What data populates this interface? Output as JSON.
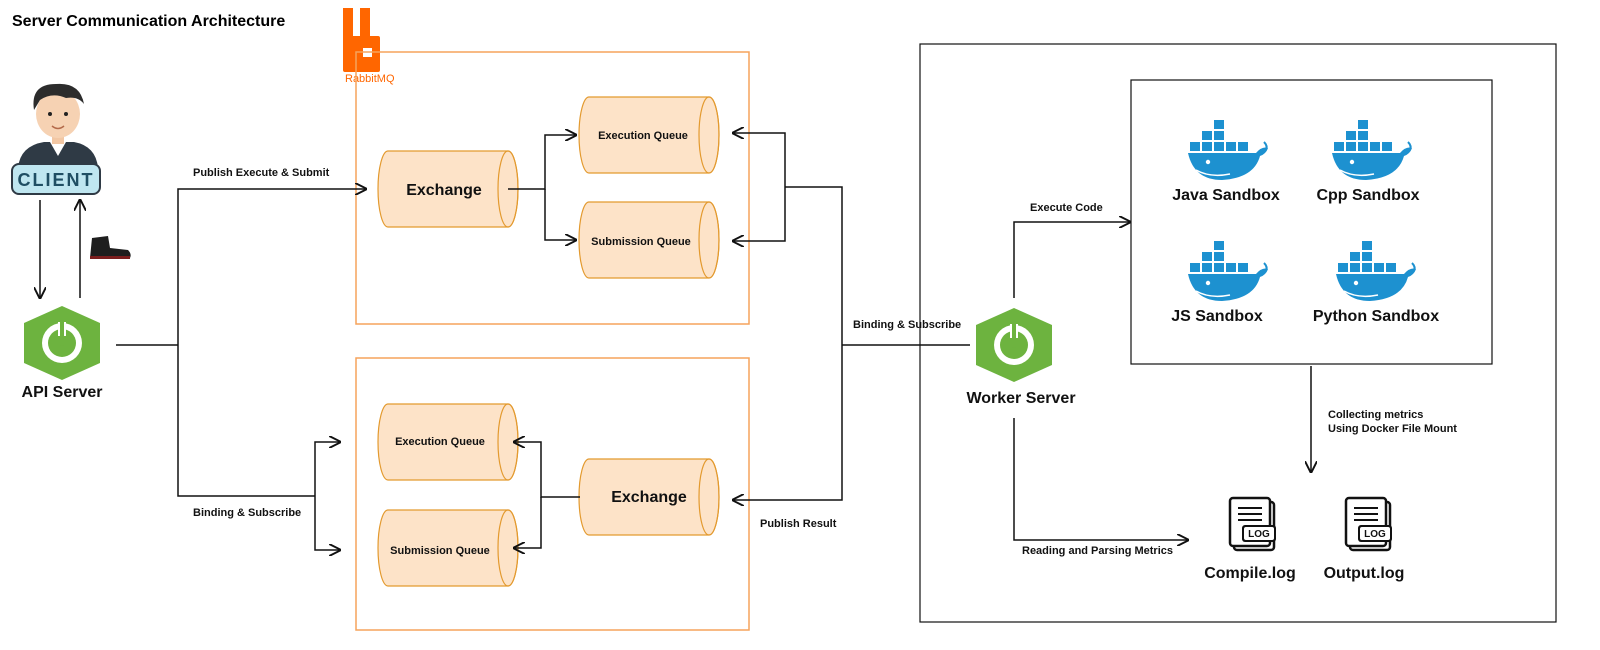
{
  "title": "Server Communication Architecture",
  "rabbitmq_logo_text": "RabbitMQ",
  "client": {
    "label": "CLIENT"
  },
  "api_server": {
    "label": "API Server"
  },
  "worker_server": {
    "label": "Worker Server"
  },
  "top_broker": {
    "exchange": "Exchange",
    "execution_queue": "Execution Queue",
    "submission_queue": "Submission Queue"
  },
  "bottom_broker": {
    "exchange": "Exchange",
    "execution_queue": "Execution Queue",
    "submission_queue": "Submission Queue"
  },
  "edges": {
    "publish_execute_submit": "Publish Execute & Submit",
    "binding_subscribe_left": "Binding & Subscribe",
    "binding_subscribe_right": "Binding & Subscribe",
    "publish_result": "Publish Result",
    "execute_code": "Execute Code",
    "collecting_metrics_line1": "Collecting metrics",
    "collecting_metrics_line2": "Using Docker File Mount",
    "reading_parsing": "Reading and Parsing Metrics"
  },
  "sandboxes": [
    "Java Sandbox",
    "Cpp Sandbox",
    "JS Sandbox",
    "Python Sandbox"
  ],
  "logs": {
    "badge": "LOG",
    "compile": "Compile.log",
    "output": "Output.log"
  },
  "colors": {
    "rabbit_orange": "#ff6600",
    "queue_fill": "#fde3c8",
    "queue_stroke": "#e39a2f",
    "spring_green": "#6db33f",
    "docker_blue": "#1d91d0",
    "client_badge": "#bfe6f0"
  }
}
